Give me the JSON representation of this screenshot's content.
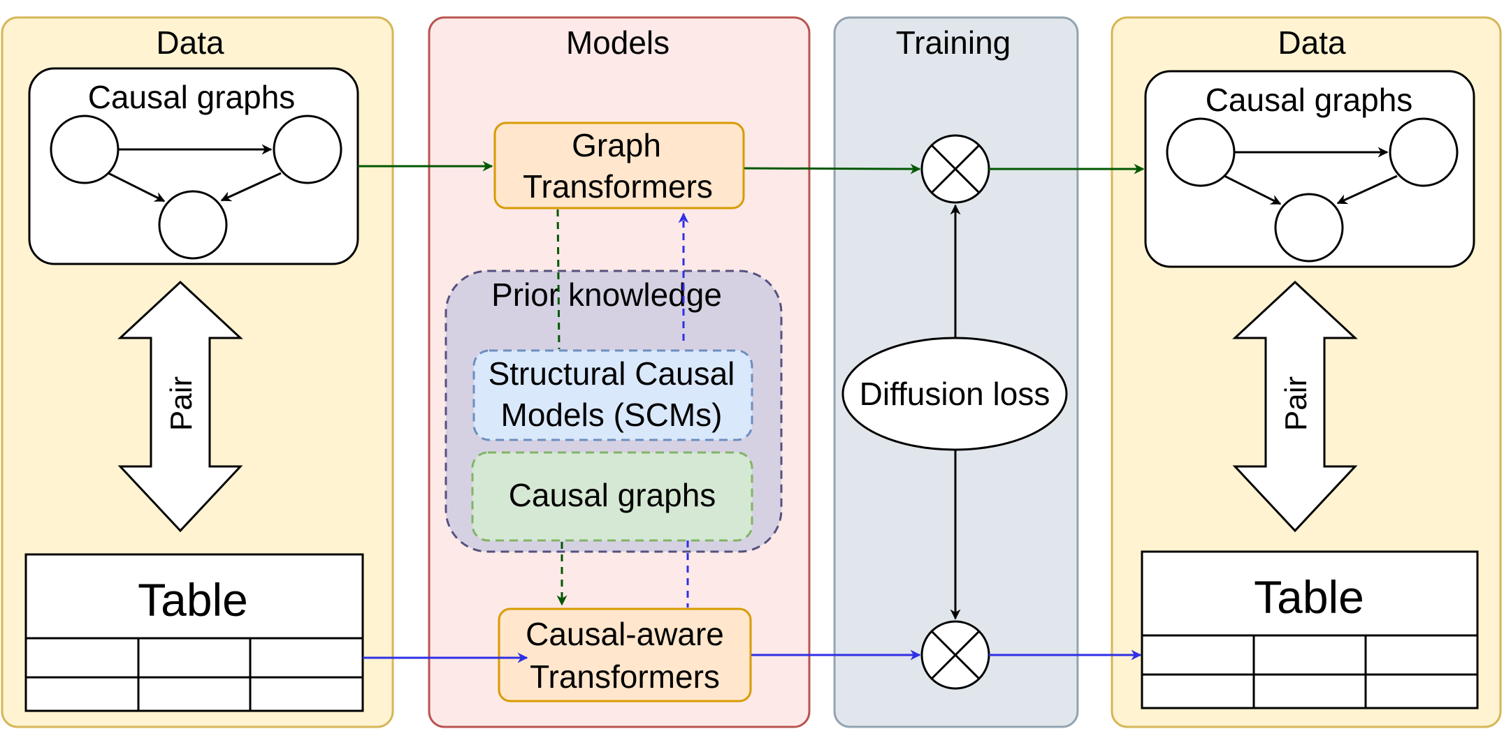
{
  "left_data": {
    "title": "Data",
    "graph_title": "Causal graphs",
    "pair_label": "Pair",
    "table_title": "Table"
  },
  "models": {
    "title": "Models",
    "graph_transformers_line1": "Graph",
    "graph_transformers_line2": "Transformers",
    "prior_knowledge": "Prior knowledge",
    "scm_line1": "Structural Causal",
    "scm_line2": "Models (SCMs)",
    "prior_causal_graphs": "Causal graphs",
    "causal_aware_line1": "Causal-aware",
    "causal_aware_line2": "Transformers"
  },
  "training": {
    "title": "Training",
    "loss_label": "Diffusion loss"
  },
  "right_data": {
    "title": "Data",
    "graph_title": "Causal graphs",
    "pair_label": "Pair",
    "table_title": "Table"
  },
  "colors": {
    "data_fill": "#fff2cc",
    "data_stroke": "#d6b656",
    "models_fill": "#f8cecc",
    "models_stroke": "#b85450",
    "training_fill": "#bac8d3",
    "training_stroke": "#23445d",
    "box_fill": "#ffe6cc",
    "box_stroke": "#d79b00",
    "prior_fill": "#d0cee2",
    "prior_stroke": "#56517e",
    "scm_fill": "#dae8fc",
    "scm_stroke": "#6c8ebf",
    "cg_fill": "#d5e8d4",
    "cg_stroke": "#82b366",
    "green_flow": "#005700",
    "blue_flow": "#2f2fe6"
  }
}
